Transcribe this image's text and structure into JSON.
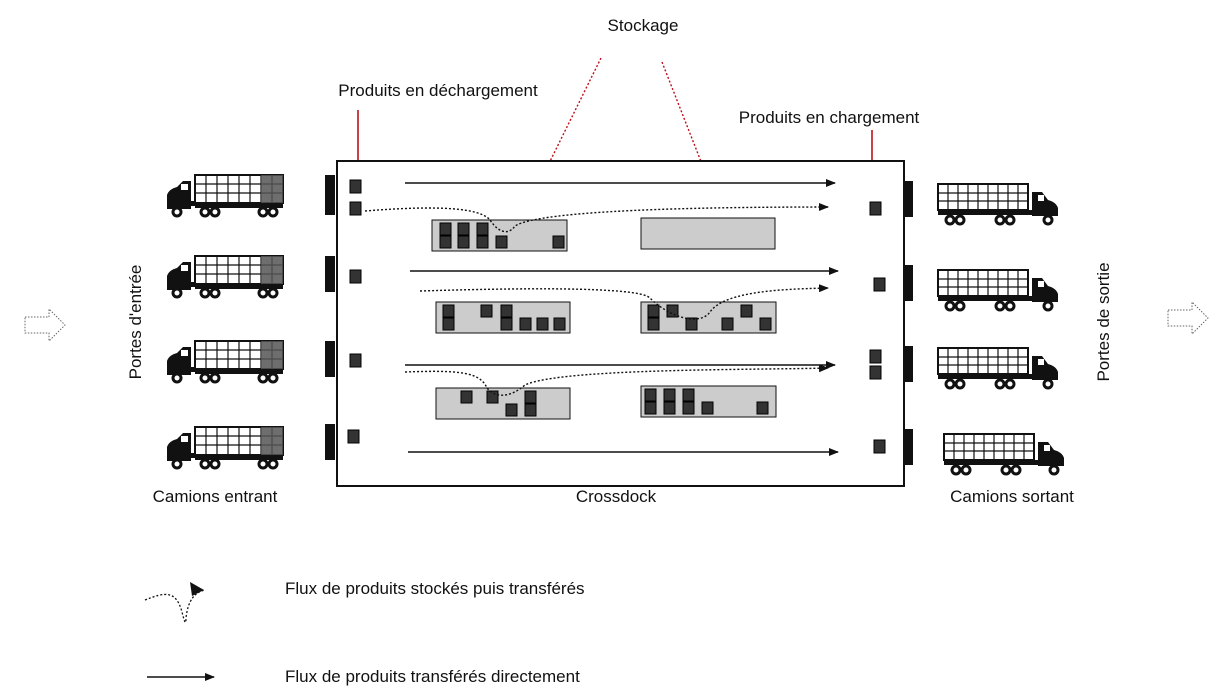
{
  "labels": {
    "stockage": "Stockage",
    "produits_dechargement": "Produits en déchargement",
    "produits_chargement": "Produits en chargement",
    "portes_entree": "Portes d'entrée",
    "portes_sortie": "Portes de sortie",
    "camions_entrant": "Camions entrant",
    "crossdock": "Crossdock",
    "camions_sortant": "Camions sortant"
  },
  "legend": {
    "stored_flow": "Flux de produits stockés puis transférés",
    "direct_flow": "Flux de produits transférés directement"
  },
  "colors": {
    "accent": "#c0101a",
    "zone": "#cccccc",
    "box": "#333333",
    "line": "#111111"
  },
  "icons": {
    "inbound_arrow": "hollow-right-arrow-icon",
    "outbound_arrow": "hollow-right-arrow-icon",
    "truck": "truck-icon"
  }
}
